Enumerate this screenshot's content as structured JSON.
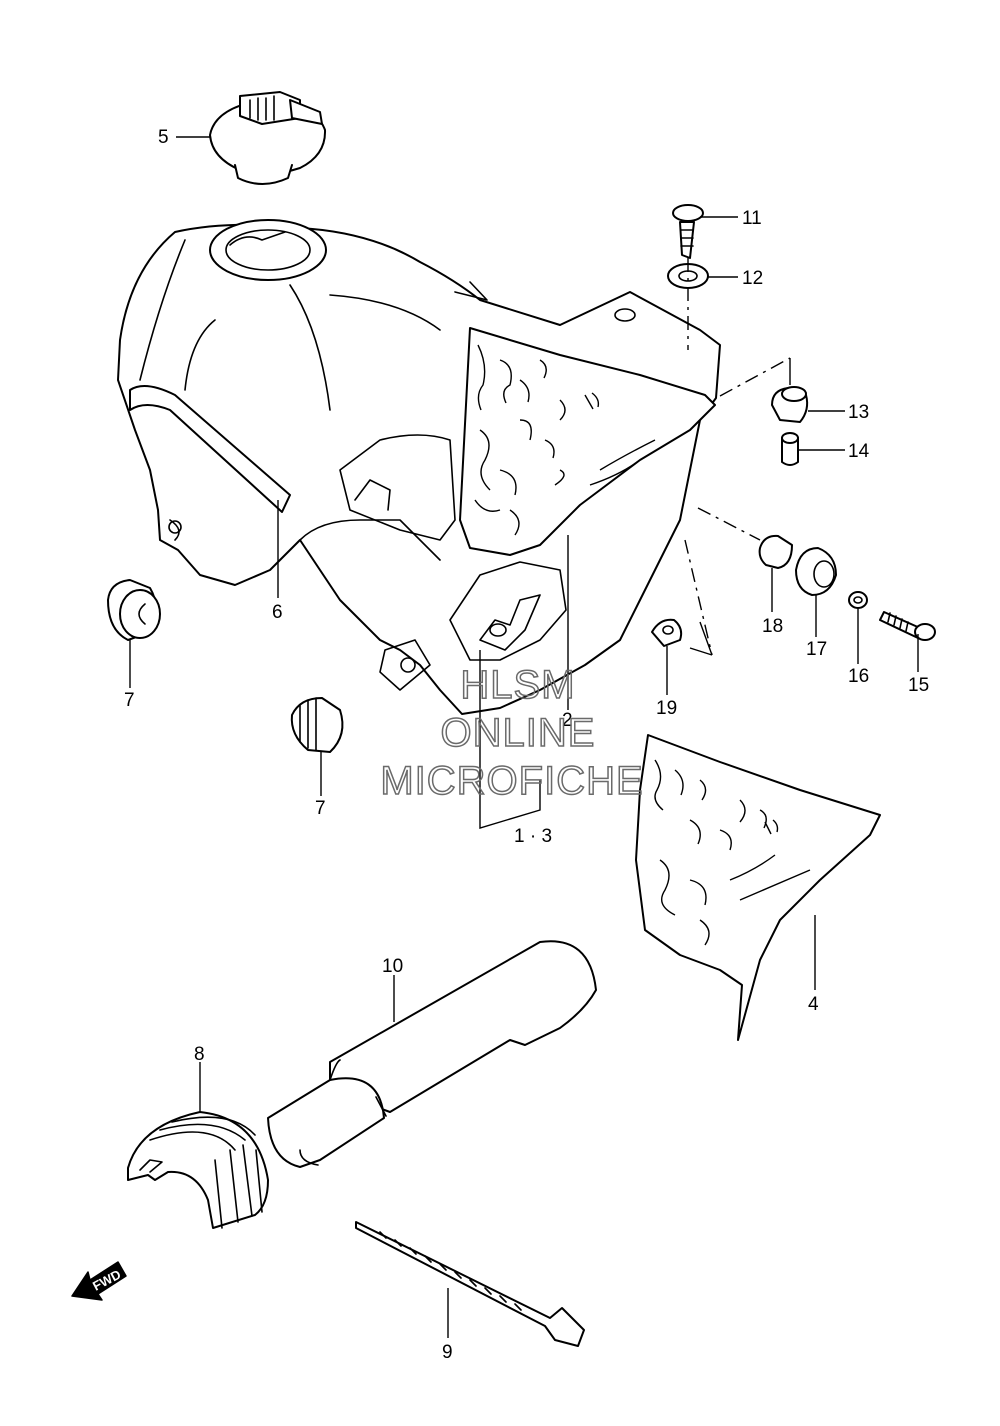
{
  "callouts": {
    "c1_3": "1 · 3",
    "c2": "2",
    "c4": "4",
    "c5": "5",
    "c6": "6",
    "c7a": "7",
    "c7b": "7",
    "c8": "8",
    "c9": "9",
    "c10": "10",
    "c11": "11",
    "c12": "12",
    "c13": "13",
    "c14": "14",
    "c15": "15",
    "c16": "16",
    "c17": "17",
    "c18": "18",
    "c19": "19"
  },
  "watermark": {
    "line1": "HLSM",
    "line2": "ONLINE",
    "line3": "MICROFICHE"
  },
  "direction_indicator": "FWD"
}
